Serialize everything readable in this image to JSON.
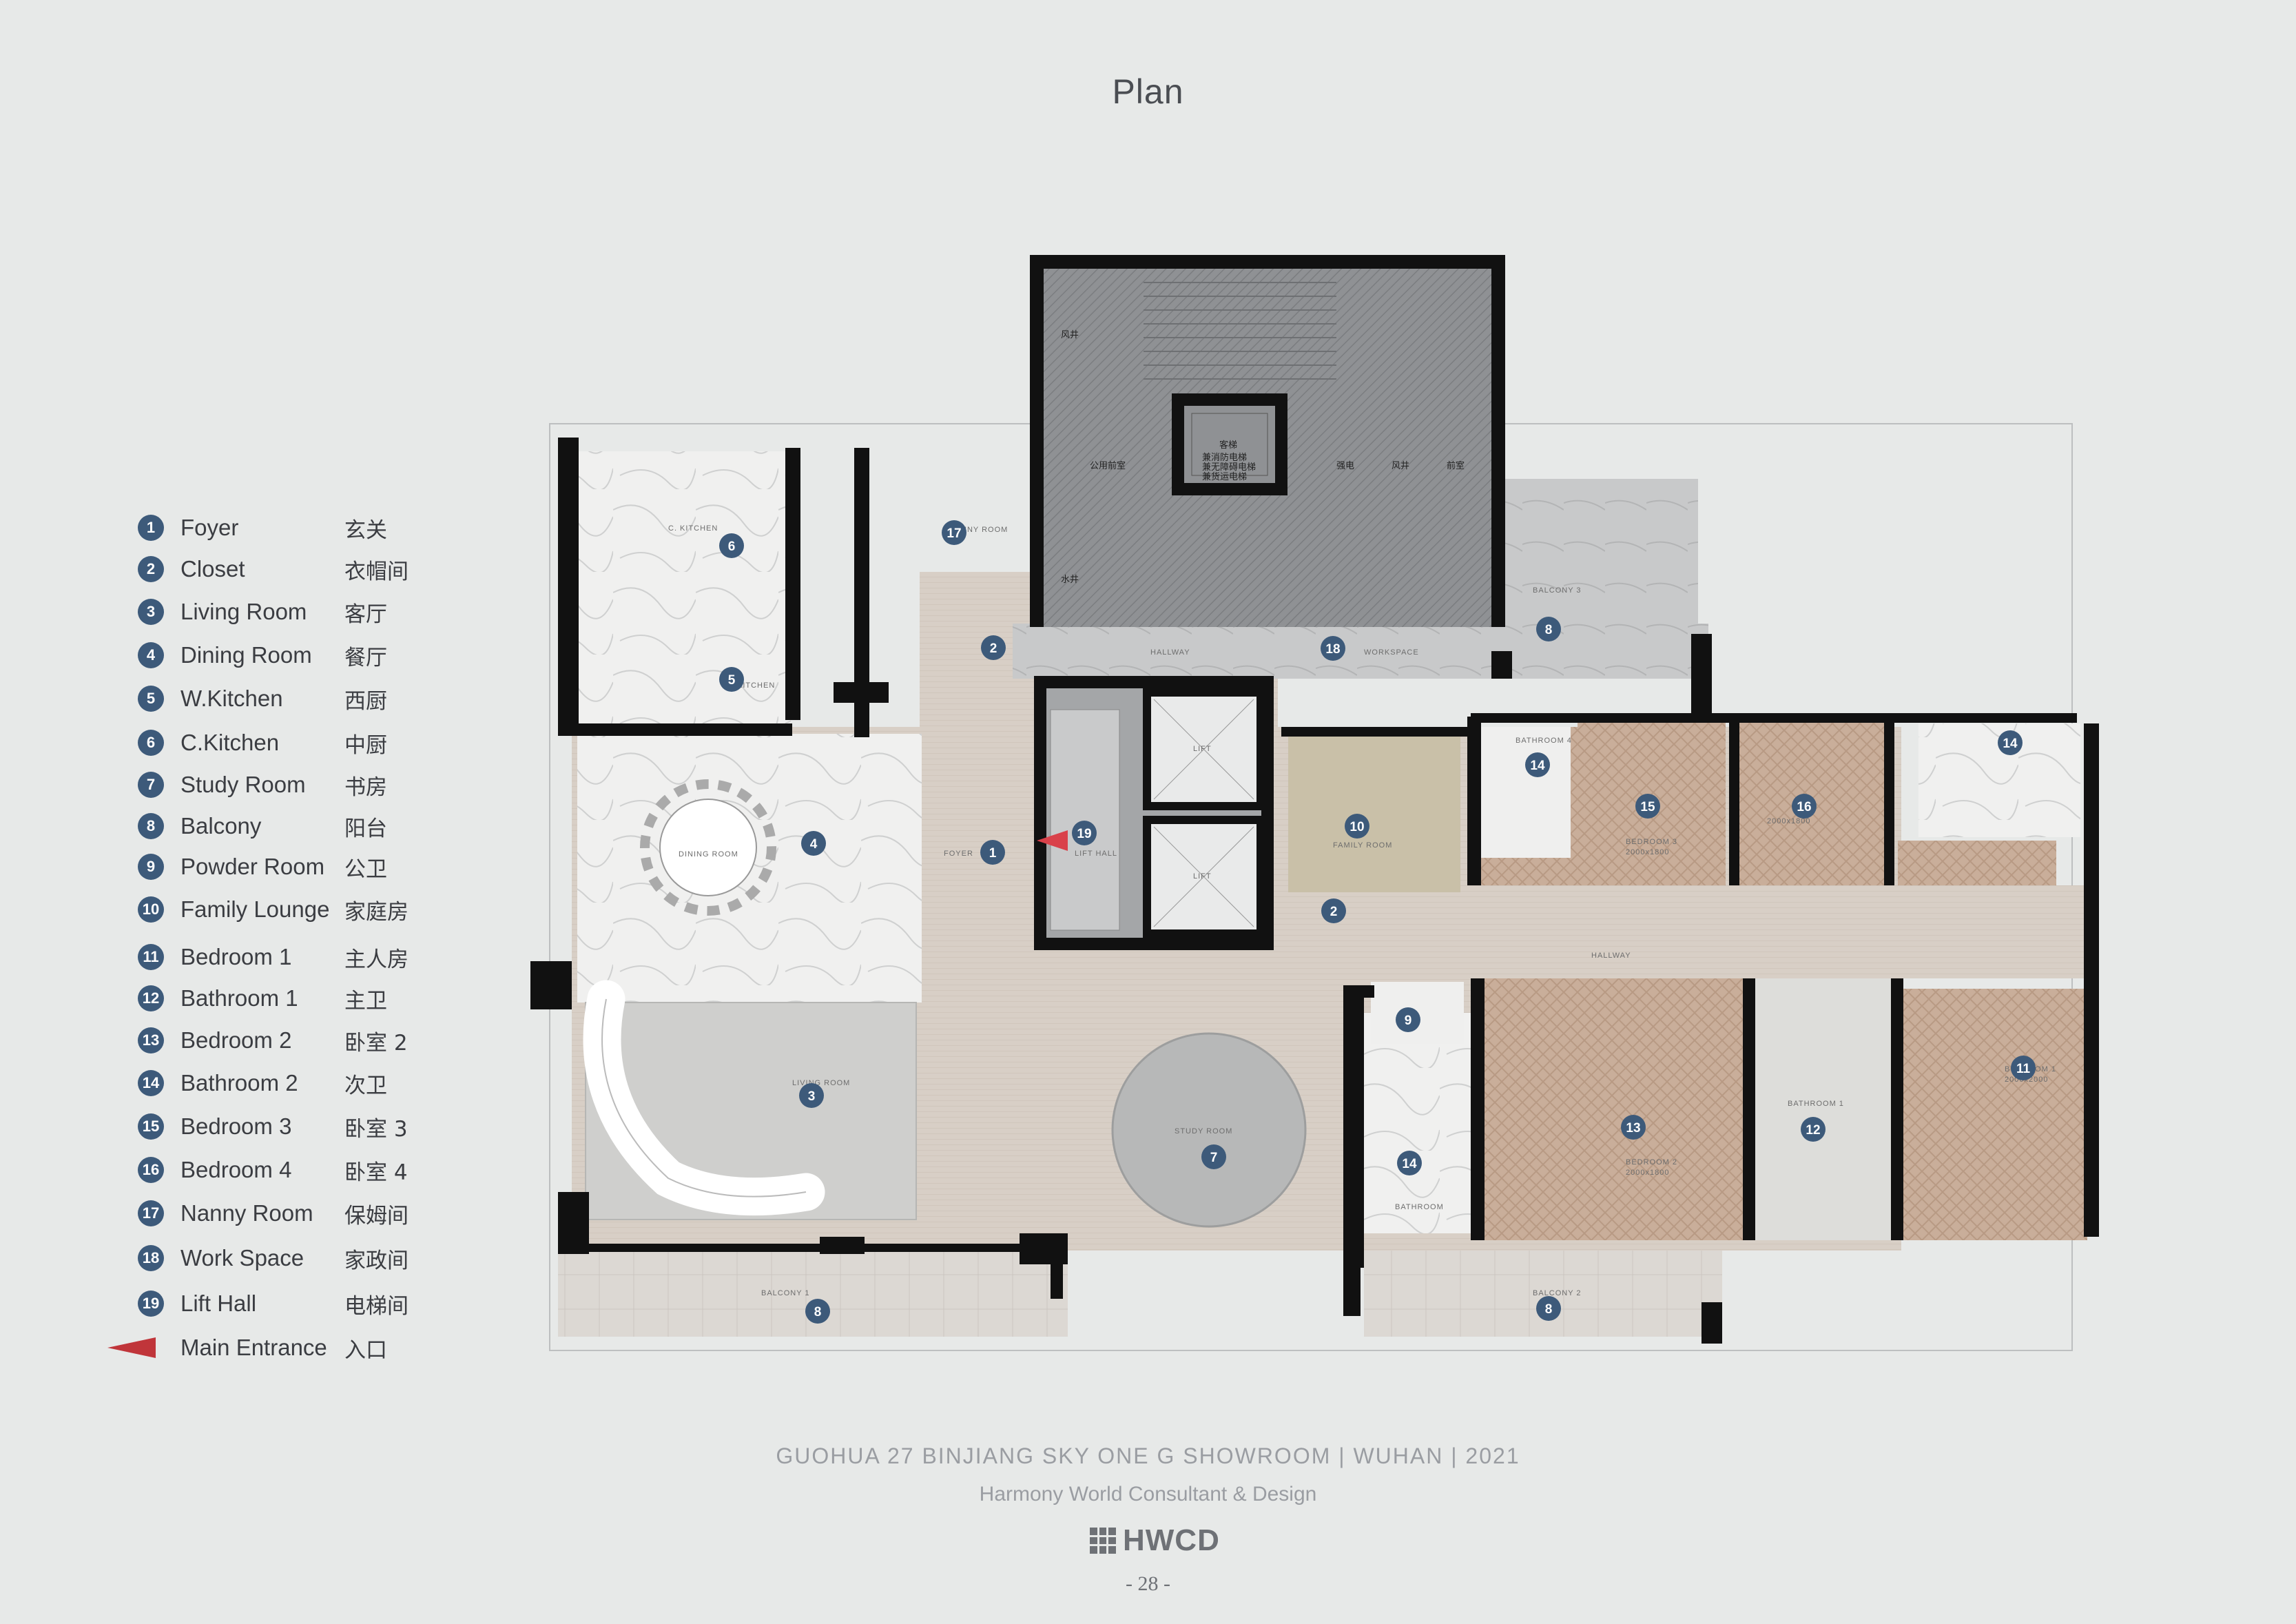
{
  "title": "Plan",
  "legend": [
    {
      "num": "1",
      "en": "Foyer",
      "cn": "玄关"
    },
    {
      "num": "2",
      "en": "Closet",
      "cn": "衣帽间"
    },
    {
      "num": "3",
      "en": "Living Room",
      "cn": "客厅"
    },
    {
      "num": "4",
      "en": "Dining Room",
      "cn": "餐厅"
    },
    {
      "num": "5",
      "en": "W.Kitchen",
      "cn": "西厨"
    },
    {
      "num": "6",
      "en": "C.Kitchen",
      "cn": "中厨"
    },
    {
      "num": "7",
      "en": "Study Room",
      "cn": "书房"
    },
    {
      "num": "8",
      "en": "Balcony",
      "cn": "阳台"
    },
    {
      "num": "9",
      "en": "Powder Room",
      "cn": "公卫"
    },
    {
      "num": "10",
      "en": "Family Lounge",
      "cn": "家庭房"
    },
    {
      "num": "11",
      "en": "Bedroom 1",
      "cn": "主人房"
    },
    {
      "num": "12",
      "en": "Bathroom 1",
      "cn": "主卫"
    },
    {
      "num": "13",
      "en": "Bedroom 2",
      "cn": "卧室 2"
    },
    {
      "num": "14",
      "en": "Bathroom 2",
      "cn": "次卫"
    },
    {
      "num": "15",
      "en": "Bedroom 3",
      "cn": "卧室 3"
    },
    {
      "num": "16",
      "en": "Bedroom 4",
      "cn": "卧室 4"
    },
    {
      "num": "17",
      "en": "Nanny Room",
      "cn": "保姆间"
    },
    {
      "num": "18",
      "en": "Work Space",
      "cn": "家政间"
    },
    {
      "num": "19",
      "en": "Lift Hall",
      "cn": "电梯间"
    },
    {
      "num": "",
      "en": "Main Entrance",
      "cn": "入口",
      "icon": "entrance-arrow-icon"
    }
  ],
  "plan_labels": {
    "c_kitchen": "C. KITCHEN",
    "kitchen": "KITCHEN",
    "dining_room": "DINING ROOM",
    "foyer": "FOYER",
    "lift_hall": "LIFT HALL",
    "lift": "LIFT",
    "living_room": "LIVING ROOM",
    "study_room": "STUDY ROOM",
    "balcony_1": "BALCONY 1",
    "balcony_2": "BALCONY 2",
    "balcony_3": "BALCONY 3",
    "hallway": "HALLWAY",
    "workspace": "WORKSPACE",
    "family_room": "FAMILY ROOM",
    "bathroom_4": "BATHROOM 4",
    "bedroom_3": "BEDROOM 3",
    "bedroom_3_size": "2000x1800",
    "bedroom_2": "BEDROOM 2",
    "bedroom_2_size": "2000x1800",
    "bedroom_1": "BEDROOM 1",
    "bedroom_1_size": "2000x2000",
    "bedroom_4_size": "2000x1800",
    "bathroom_1": "BATHROOM 1",
    "bathroom": "BATHROOM",
    "nanny_room": "NNY ROOM",
    "core_public_room": "公用前室",
    "core_lift": "客梯",
    "core_lift_sub_1": "兼消防电梯",
    "core_lift_sub_2": "兼无障碍电梯",
    "core_lift_sub_3": "兼货运电梯",
    "core_strong": "强电",
    "core_shaft": "风井",
    "core_front": "前室",
    "core_wind": "风井",
    "core_water": "水井"
  },
  "footer": {
    "project": "GUOHUA 27 BINJIANG SKY ONE G SHOWROOM | WUHAN | 2021",
    "company": "Harmony World Consultant & Design",
    "logo": "HWCD",
    "page": "- 28 -"
  },
  "colors": {
    "badge": "#3d5a7a",
    "background": "#e7e9e8",
    "entrance": "#c0353a",
    "core": "#8f9194",
    "wall": "#111111",
    "floor_wood": "#d6cdc3",
    "floor_herringbone": "#c7ad98"
  }
}
